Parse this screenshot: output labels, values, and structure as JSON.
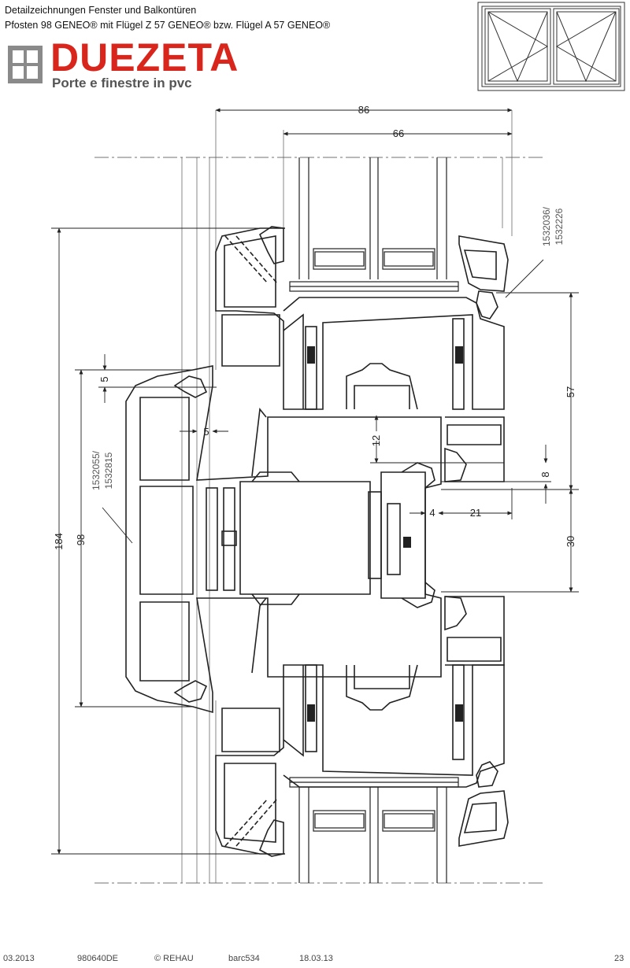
{
  "header": {
    "line1": "Detailzeichnungen Fenster und Balkontüren",
    "line2": "Pfosten 98 GENEO® mit Flügel Z 57 GENEO® bzw. Flügel A 57 GENEO®"
  },
  "logo": {
    "word": "DUEZETA",
    "tagline": "Porte e finestre in pvc",
    "brand_color": "#d9261c"
  },
  "dimensions": {
    "d86": "86",
    "d66": "66",
    "d184": "184",
    "d98": "98",
    "d5a": "5",
    "d5b": "5",
    "d12": "12",
    "d57": "57",
    "d8": "8",
    "d4": "4",
    "d21": "21",
    "d30": "30"
  },
  "part_numbers": {
    "top_right": [
      "1532036/",
      "1532226"
    ],
    "left": [
      "1532055/",
      "1532815"
    ]
  },
  "footer": {
    "date": "03.2013",
    "doc": "980640DE",
    "copyright": "© REHAU",
    "code": "barc534",
    "issued": "18.03.13",
    "page": "23"
  }
}
